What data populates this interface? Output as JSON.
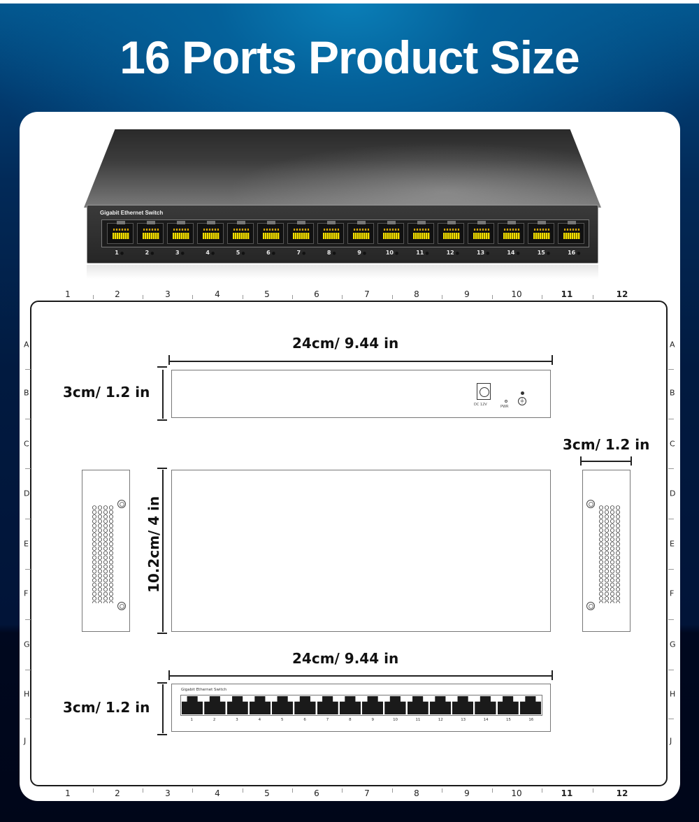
{
  "title": "16 Ports Product Size",
  "colors": {
    "background_top": "#0a7fb8",
    "background_mid": "#011a40",
    "background_bottom": "#00081f",
    "card": "#ffffff",
    "port_pins": "#f2e000"
  },
  "switch_photo": {
    "front_label": "Gigabit Ethernet Switch",
    "ports": [
      "1",
      "2",
      "3",
      "4",
      "5",
      "6",
      "7",
      "8",
      "9",
      "10",
      "11",
      "12",
      "13",
      "14",
      "15",
      "16"
    ]
  },
  "ruler": {
    "columns": [
      "1",
      "2",
      "3",
      "4",
      "5",
      "6",
      "7",
      "8",
      "9",
      "10",
      "11",
      "12"
    ],
    "rows": [
      "A",
      "B",
      "C",
      "D",
      "E",
      "F",
      "G",
      "H",
      "J"
    ]
  },
  "dimensions": {
    "back_width": "24cm/ 9.44 in",
    "back_height": "3cm/ 1.2 in",
    "side_depth": "3cm/ 1.2 in",
    "top_depth": "10.2cm/ 4 in",
    "front_width": "24cm/ 9.44 in",
    "front_height": "3cm/ 1.2 in"
  },
  "back_panel": {
    "dc_label": "DC 12V",
    "pwr_label": "PWR",
    "ground_symbol": "⏚"
  },
  "front_view": {
    "label": "Gigabit Ethernet Switch",
    "ports": [
      "1",
      "2",
      "3",
      "4",
      "5",
      "6",
      "7",
      "8",
      "9",
      "10",
      "11",
      "12",
      "13",
      "14",
      "15",
      "16"
    ]
  }
}
